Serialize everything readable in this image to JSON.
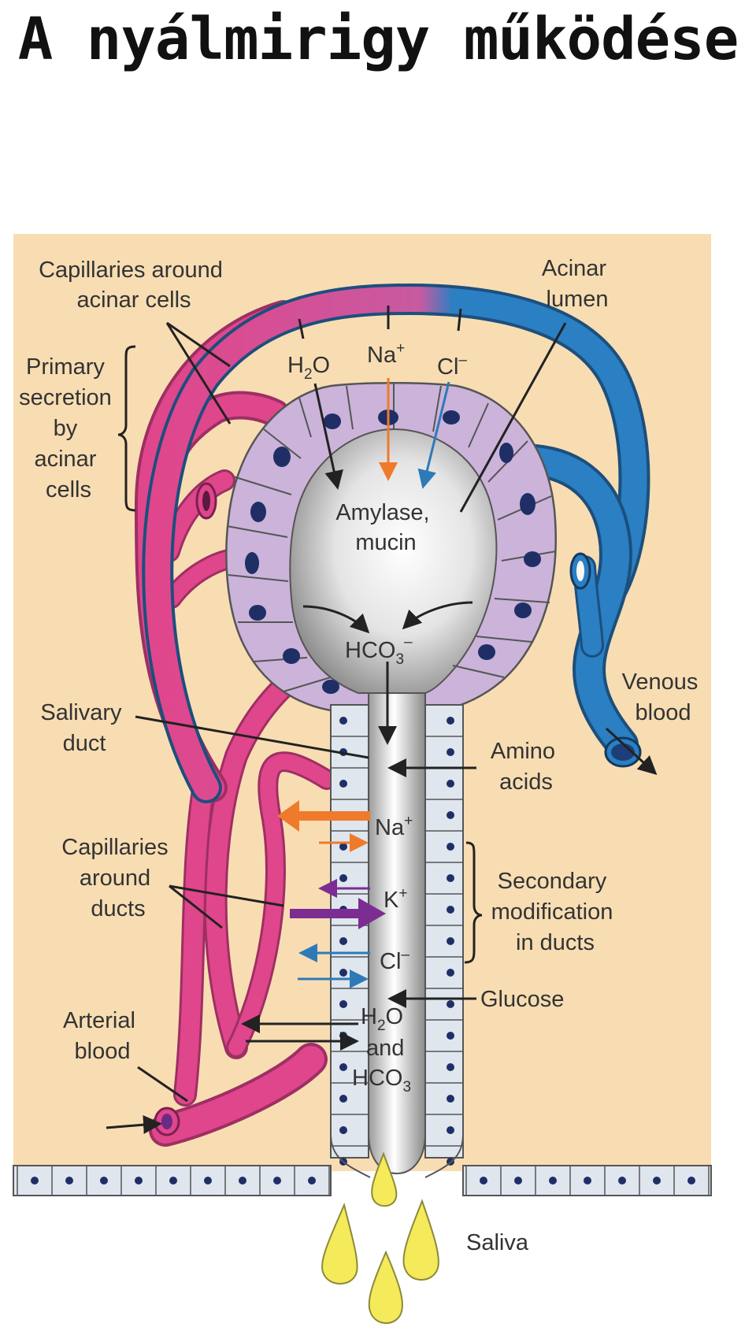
{
  "title": "A nyálmirigy működése",
  "diagram": {
    "colors": {
      "background": "#f8ddb3",
      "arterial": "#e0468c",
      "venous": "#2b7fc3",
      "acinar_cell": "#cbb3da",
      "nucleus": "#1f2f66",
      "duct_cell": "#dfe6ee",
      "sodium_arrow": "#f07a2c",
      "potassium_arrow": "#7b2d92",
      "chloride_arrow": "#2e7ab8",
      "saliva": "#f4ea5a"
    },
    "labels": {
      "capillaries_acinar": [
        "Capillaries around",
        "acinar cells"
      ],
      "acinar_lumen": [
        "Acinar",
        "lumen"
      ],
      "primary_secretion": [
        "Primary",
        "secretion",
        "by",
        "acinar",
        "cells"
      ],
      "amylase": [
        "Amylase,",
        "mucin"
      ],
      "salivary_duct": [
        "Salivary",
        "duct"
      ],
      "venous_blood": [
        "Venous",
        "blood"
      ],
      "amino_acids": [
        "Amino",
        "acids"
      ],
      "capillaries_ducts": [
        "Capillaries",
        "around",
        "ducts"
      ],
      "secondary_modification": [
        "Secondary",
        "modification",
        "in ducts"
      ],
      "glucose": "Glucose",
      "arterial_blood": [
        "Arterial",
        "blood"
      ],
      "saliva": "Saliva",
      "and": "and"
    },
    "ions": {
      "h2o_top": {
        "base": "H",
        "sub": "2",
        "rest": "O"
      },
      "na_top": {
        "base": "Na",
        "sup": "+"
      },
      "cl_top": {
        "base": "Cl",
        "sup": "–"
      },
      "hco3": {
        "base": "HCO",
        "sub": "3",
        "sup": "–"
      },
      "na_duct": {
        "base": "Na",
        "sup": "+"
      },
      "k_duct": {
        "base": "K",
        "sup": "+"
      },
      "cl_duct": {
        "base": "Cl",
        "sup": "–"
      },
      "h2o_duct": {
        "base": "H",
        "sub": "2",
        "rest": "O"
      },
      "hco3_duct": {
        "base": "HCO",
        "sub": "3"
      }
    }
  }
}
